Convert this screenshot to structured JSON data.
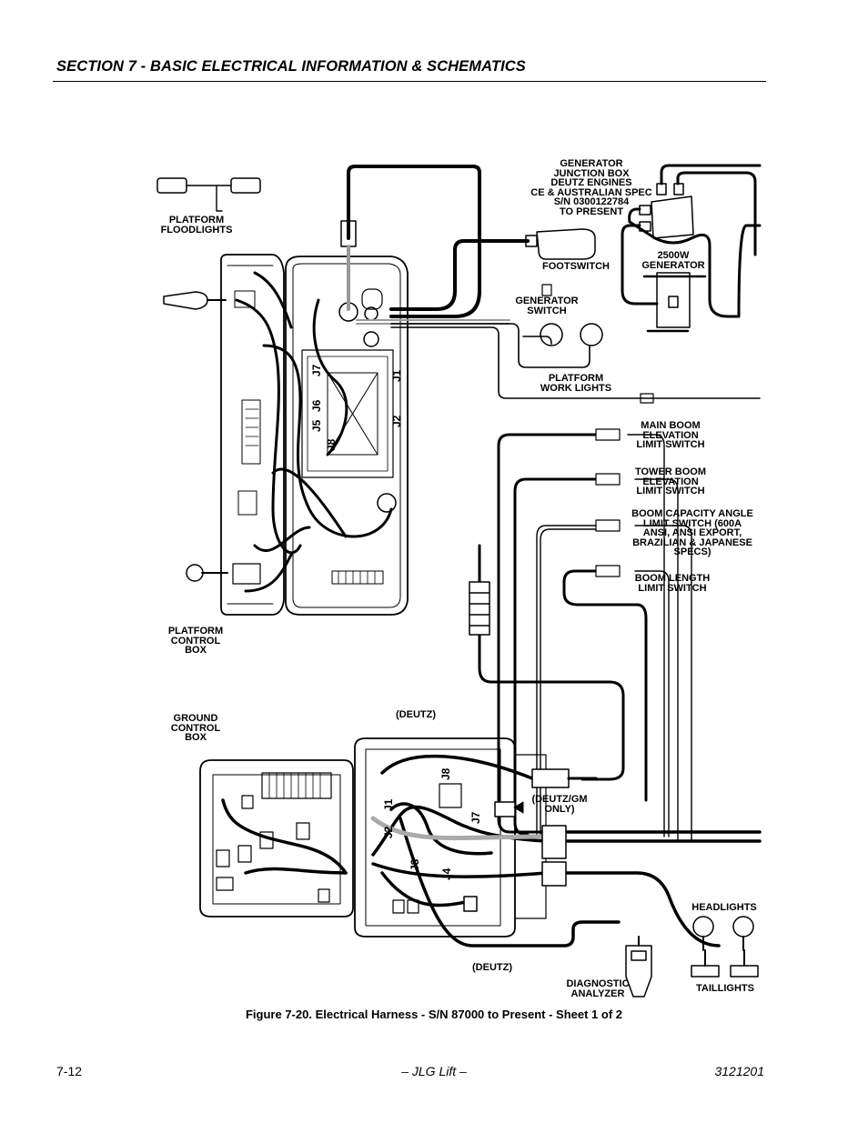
{
  "header": {
    "title": "SECTION 7 - BASIC ELECTRICAL INFORMATION & SCHEMATICS"
  },
  "labels": {
    "platform_floodlights": "PLATFORM\nFLOODLIGHTS",
    "generator_junction_box": "GENERATOR\nJUNCTION BOX\nDEUTZ ENGINES\nCE & AUSTRALIAN SPEC\nS/N 0300122784\nTO PRESENT",
    "footswitch": "FOOTSWITCH",
    "generator_2500w": "2500W\nGENERATOR",
    "generator_switch": "GENERATOR\nSWITCH",
    "platform_work_lights": "PLATFORM\nWORK LIGHTS",
    "main_boom_elevation": "MAIN BOOM\nELEVATION\nLIMIT SWITCH",
    "tower_boom_elevation": "TOWER BOOM\nELEVATION\nLIMIT SWITCH",
    "boom_capacity_angle": "BOOM CAPACITY ANGLE\nLIMIT SWITCH (600A\nANSI, ANSI EXPORT,\nBRAZILIAN & JAPANESE\nSPECS)",
    "boom_length": "BOOM LENGTH\nLIMIT SWITCH",
    "platform_control_box": "PLATFORM\nCONTROL\nBOX",
    "ground_control_box": "GROUND\nCONTROL\nBOX",
    "deutz_top": "(DEUTZ)",
    "deutz_gm_only": "(DEUTZ/GM\nONLY)",
    "deutz_bottom": "(DEUTZ)",
    "headlights": "HEADLIGHTS",
    "taillights": "TAILLIGHTS",
    "diagnostic_analyzer": "DIAGNOSTIC\nANALYZER"
  },
  "connectors": {
    "platform": [
      "J7",
      "J6",
      "J5",
      "J8",
      "J1",
      "J2"
    ],
    "ground": [
      "J8",
      "J1",
      "J7",
      "J2",
      "J3",
      "J4"
    ]
  },
  "caption": "Figure 7-20.  Electrical Harness - S/N 87000 to Present - Sheet 1 of 2",
  "footer": {
    "page": "7-12",
    "center": "– JLG Lift –",
    "doc": "3121201"
  }
}
